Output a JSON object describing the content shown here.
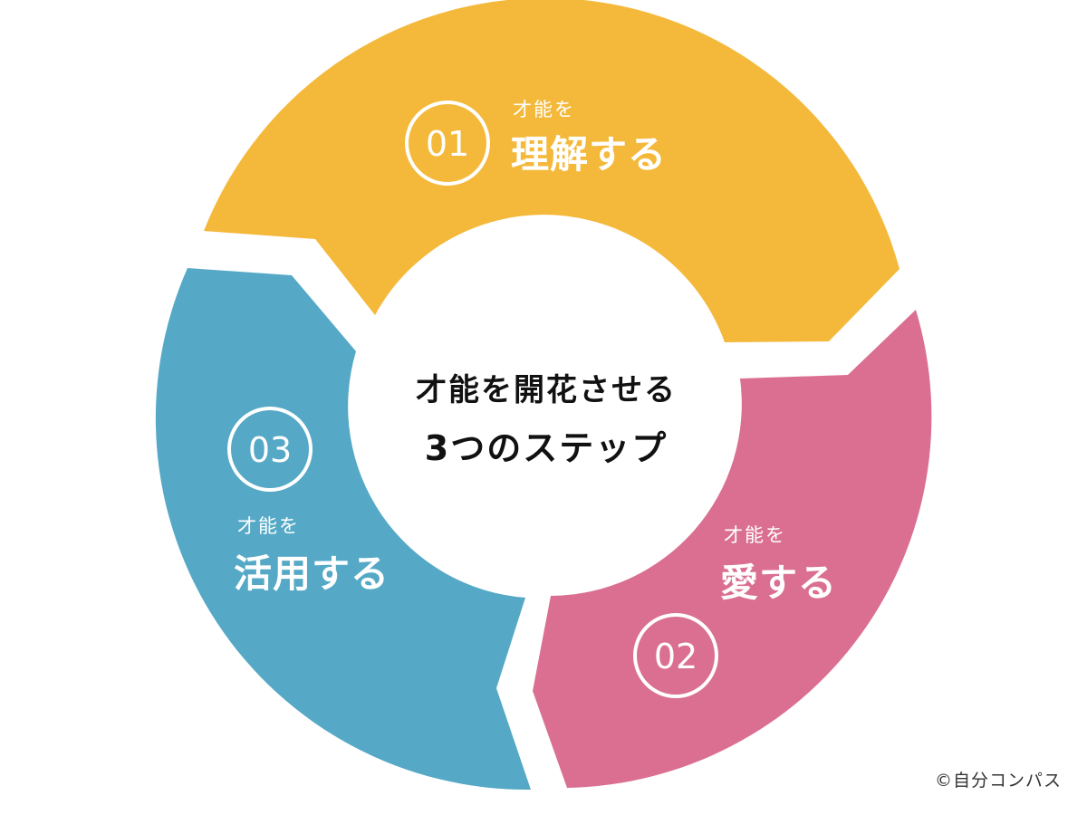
{
  "center": {
    "line1": "才能を開花させる",
    "line2": "3つのステップ"
  },
  "steps": [
    {
      "number": "01",
      "prefix": "才能を",
      "title": "理解する",
      "color": "#F4B93B"
    },
    {
      "number": "02",
      "prefix": "才能を",
      "title": "愛する",
      "color": "#DA6F91"
    },
    {
      "number": "03",
      "prefix": "才能を",
      "title": "活用する",
      "color": "#55A9C6"
    }
  ],
  "copyright": "©自分コンパス"
}
